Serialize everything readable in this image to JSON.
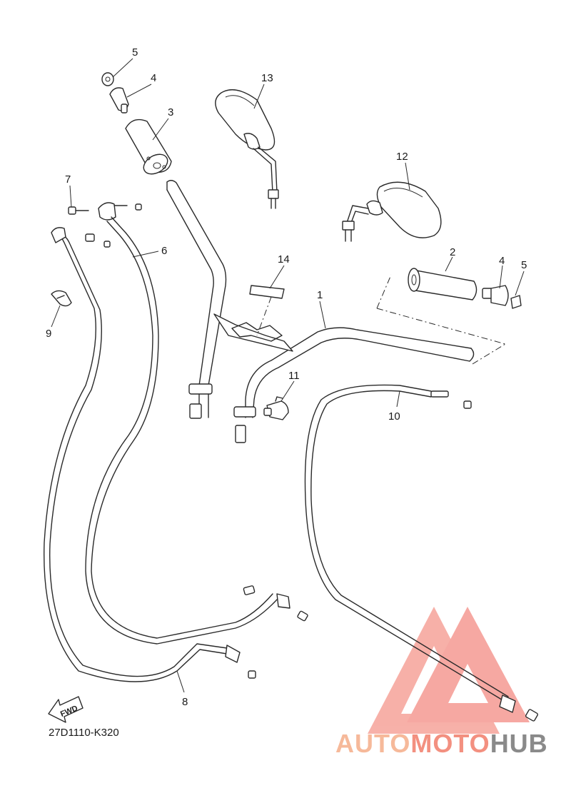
{
  "diagram": {
    "part_code": "27D1110-K320",
    "fwd_label": "FWD",
    "callouts": {
      "c1": "1",
      "c2": "2",
      "c3": "3",
      "c4a": "4",
      "c4b": "4",
      "c5a": "5",
      "c5b": "5",
      "c6": "6",
      "c7": "7",
      "c8": "8",
      "c9": "9",
      "c10": "10",
      "c11": "11",
      "c12": "12",
      "c13": "13",
      "c14": "14"
    }
  },
  "watermark": {
    "word_a": "AUTO",
    "word_b": "MOTO",
    "word_c": "HUB",
    "color_light": "#f6b99a",
    "color_accent": "#f39080",
    "color_dark": "#8a8a8a"
  }
}
